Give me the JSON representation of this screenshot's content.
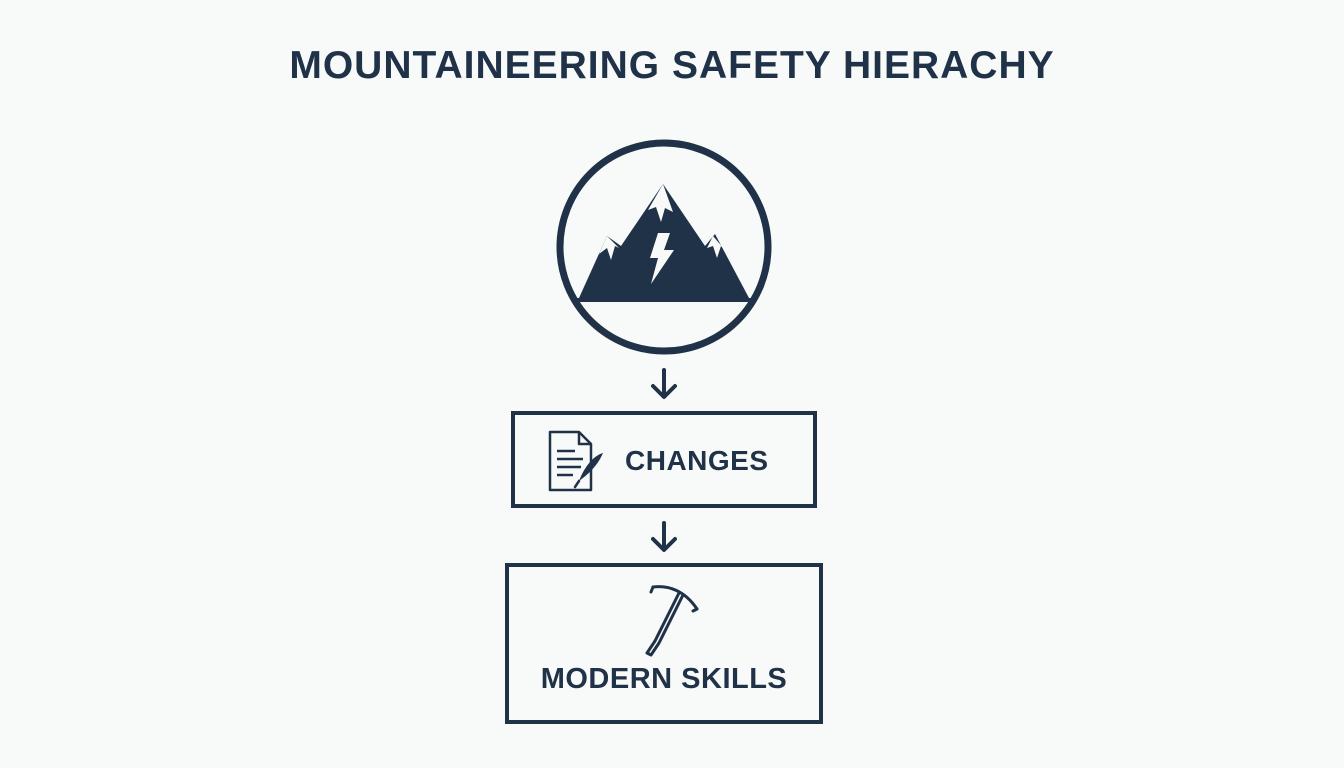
{
  "title": "MOUNTAINEERING SAFETY HIERACHY",
  "colors": {
    "primary": "#1f3248",
    "background": "#f8f9f9"
  },
  "nodes": [
    {
      "id": "mountain",
      "icon": "mountain-lightning-icon",
      "label": ""
    },
    {
      "id": "changes",
      "icon": "document-quill-icon",
      "label": "CHANGES"
    },
    {
      "id": "skills",
      "icon": "ice-axe-icon",
      "label": "MODERN SKILLS"
    }
  ],
  "connectors": [
    {
      "from": "mountain",
      "to": "changes",
      "icon": "arrow-down-icon"
    },
    {
      "from": "changes",
      "to": "skills",
      "icon": "arrow-down-icon"
    }
  ]
}
